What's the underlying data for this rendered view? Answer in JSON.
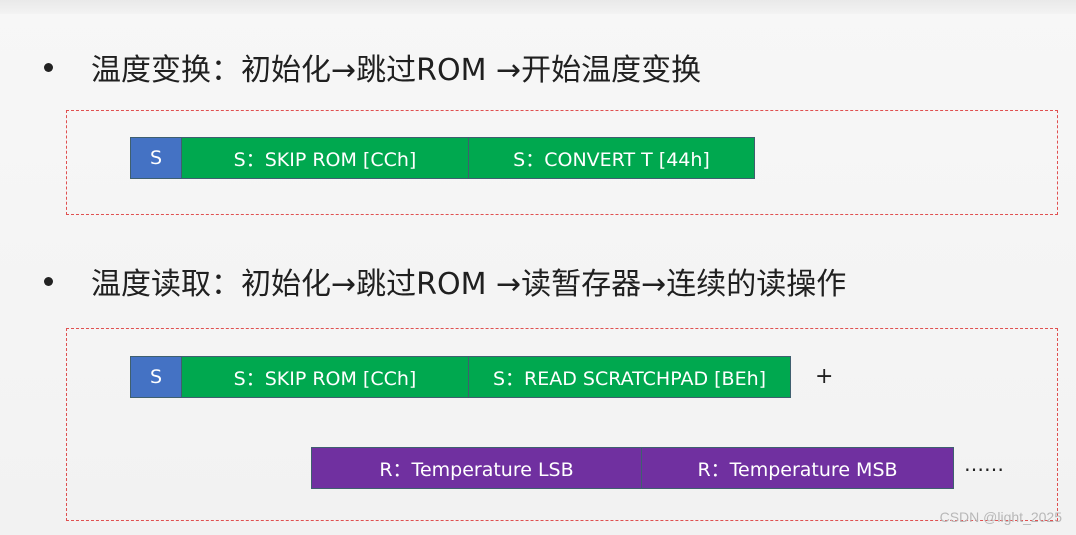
{
  "section1": {
    "title": "温度变换：初始化→跳过ROM →开始温度变换",
    "frame": [
      {
        "label": "S",
        "color": "#4472c4"
      },
      {
        "label": "S：SKIP ROM [CCh]",
        "color": "#00a84f"
      },
      {
        "label": "S：CONVERT T [44h]",
        "color": "#00a84f"
      }
    ]
  },
  "section2": {
    "title": "温度读取：初始化→跳过ROM →读暂存器→连续的读操作",
    "row1": [
      {
        "label": "S",
        "color": "#4472c4"
      },
      {
        "label": "S：SKIP ROM [CCh]",
        "color": "#00a84f"
      },
      {
        "label": "S：READ SCRATCHPAD [BEh]",
        "color": "#00a84f"
      }
    ],
    "plus": "+",
    "row2": [
      {
        "label": "R：Temperature LSB",
        "color": "#7030a0"
      },
      {
        "label": "R：Temperature MSB",
        "color": "#7030a0"
      }
    ],
    "ellipsis": "……"
  },
  "watermark": "CSDN @light_2025"
}
